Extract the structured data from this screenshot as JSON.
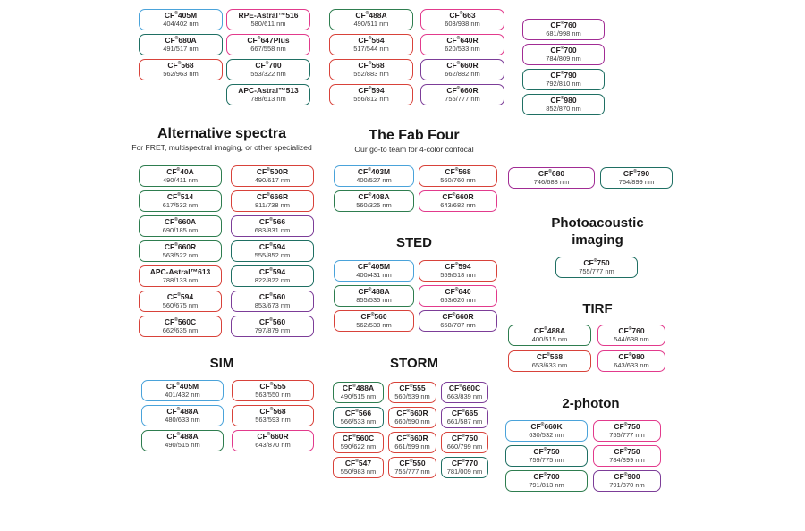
{
  "palette": {
    "blue": "#4aa3da",
    "green": "#2e7d4f",
    "teal": "#1f6f63",
    "red": "#d8423a",
    "pink": "#e23a8c",
    "purple": "#7c3d98",
    "magenta": "#a12c94"
  },
  "top_columns": {
    "col1": {
      "chips": [
        {
          "name": "CF®405M",
          "value": "404/402 nm",
          "color": "blue"
        },
        {
          "name": "CF®680A",
          "value": "491/517 nm",
          "color": "teal"
        },
        {
          "name": "CF®568",
          "value": "562/963 nm",
          "color": "red"
        }
      ]
    },
    "col2": {
      "chips": [
        {
          "name": "RPE-Astral™516",
          "value": "580/611 nm",
          "color": "pink"
        },
        {
          "name": "CF®647Plus",
          "value": "667/558 nm",
          "color": "pink"
        },
        {
          "name": "CF®700",
          "value": "553/322 nm",
          "color": "teal"
        },
        {
          "name": "APC-Astral™513",
          "value": "788/613 nm",
          "color": "teal"
        }
      ]
    },
    "col3": {
      "chips": [
        {
          "name": "CF®488A",
          "value": "490/511 nm",
          "color": "green"
        },
        {
          "name": "CF®564",
          "value": "517/544 nm",
          "color": "red"
        },
        {
          "name": "CF®568",
          "value": "552/883 nm",
          "color": "red"
        },
        {
          "name": "CF®594",
          "value": "556/812 nm",
          "color": "red"
        }
      ]
    },
    "col4": {
      "chips": [
        {
          "name": "CF®663",
          "value": "603/938 nm",
          "color": "pink"
        },
        {
          "name": "CF®640R",
          "value": "620/533 nm",
          "color": "pink"
        },
        {
          "name": "CF®660R",
          "value": "662/882 nm",
          "color": "purple"
        },
        {
          "name": "CF®660R",
          "value": "755/777 nm",
          "color": "purple"
        }
      ]
    },
    "col5": {
      "chips": [
        {
          "name": "CF®760",
          "value": "681/998 nm",
          "color": "magenta"
        },
        {
          "name": "CF®700",
          "value": "784/809 nm",
          "color": "magenta"
        },
        {
          "name": "CF®790",
          "value": "792/810 nm",
          "color": "teal"
        },
        {
          "name": "CF®980",
          "value": "852/870 nm",
          "color": "teal"
        }
      ]
    }
  },
  "sections": {
    "alternative": {
      "title": "Alternative spectra",
      "subtitle": "For FRET, multispectral imaging, or other specialized",
      "chips": [
        {
          "name": "CF®40A",
          "value": "490/411 nm",
          "color": "green"
        },
        {
          "name": "CF®500R",
          "value": "490/617 nm",
          "color": "red"
        },
        {
          "name": "CF®514",
          "value": "617/532 nm",
          "color": "green"
        },
        {
          "name": "CF®666R",
          "value": "811/738 nm",
          "color": "red"
        },
        {
          "name": "CF®660A",
          "value": "690/185 nm",
          "color": "green"
        },
        {
          "name": "CF®566",
          "value": "683/831 nm",
          "color": "purple"
        },
        {
          "name": "CF®660R",
          "value": "563/522 nm",
          "color": "green"
        },
        {
          "name": "CF®594",
          "value": "555/852 nm",
          "color": "teal"
        },
        {
          "name": "APC-Astral™613",
          "value": "788/133 nm",
          "color": "red"
        },
        {
          "name": "CF®594",
          "value": "822/822 nm",
          "color": "teal"
        },
        {
          "name": "CF®594",
          "value": "560/675 nm",
          "color": "red"
        },
        {
          "name": "CF®560",
          "value": "853/673 nm",
          "color": "purple"
        },
        {
          "name": "CF®560C",
          "value": "662/635 nm",
          "color": "red"
        },
        {
          "name": "CF®560",
          "value": "797/879 nm",
          "color": "purple"
        }
      ]
    },
    "fab_four": {
      "title": "The Fab Four",
      "subtitle": "Our go-to team for 4-color confocal",
      "chips": [
        {
          "name": "CF®403M",
          "value": "400/527 nm",
          "color": "blue"
        },
        {
          "name": "CF®568",
          "value": "560/760 nm",
          "color": "red"
        },
        {
          "name": "CF®408A",
          "value": "560/325 nm",
          "color": "green"
        },
        {
          "name": "CF®660R",
          "value": "643/682 nm",
          "color": "pink"
        }
      ]
    },
    "sted": {
      "title": "STED",
      "chips": [
        {
          "name": "CF®405M",
          "value": "400/431 nm",
          "color": "blue"
        },
        {
          "name": "CF®594",
          "value": "559/518 nm",
          "color": "red"
        },
        {
          "name": "CF®488A",
          "value": "855/535 nm",
          "color": "green"
        },
        {
          "name": "CF®640",
          "value": "653/620 nm",
          "color": "pink"
        },
        {
          "name": "CF®560",
          "value": "562/538 nm",
          "color": "red"
        },
        {
          "name": "CF®660R",
          "value": "658/787 nm",
          "color": "purple"
        }
      ]
    },
    "sim": {
      "title": "SIM",
      "chips": [
        {
          "name": "CF®405M",
          "value": "401/432 nm",
          "color": "blue"
        },
        {
          "name": "CF®555",
          "value": "563/550 nm",
          "color": "red"
        },
        {
          "name": "CF®488A",
          "value": "480/633 nm",
          "color": "blue"
        },
        {
          "name": "CF®568",
          "value": "563/593 nm",
          "color": "red"
        },
        {
          "name": "CF®488A",
          "value": "490/515 nm",
          "color": "green"
        },
        {
          "name": "CF®660R",
          "value": "643/870 nm",
          "color": "pink"
        }
      ]
    },
    "storm": {
      "title": "STORM",
      "chips": [
        {
          "name": "CF®488A",
          "value": "490/515 nm",
          "color": "green"
        },
        {
          "name": "CF®555",
          "value": "560/539 nm",
          "color": "red"
        },
        {
          "name": "CF®660C",
          "value": "663/839 nm",
          "color": "purple"
        },
        {
          "name": "CF®566",
          "value": "566/533 nm",
          "color": "teal"
        },
        {
          "name": "CF®660R",
          "value": "660/590 nm",
          "color": "red"
        },
        {
          "name": "CF®665",
          "value": "661/587 nm",
          "color": "purple"
        },
        {
          "name": "CF®560C",
          "value": "590/622 nm",
          "color": "red"
        },
        {
          "name": "CF®660R",
          "value": "661/599 nm",
          "color": "red"
        },
        {
          "name": "CF®750",
          "value": "660/799 nm",
          "color": "red"
        },
        {
          "name": "CF®547",
          "value": "550/983 nm",
          "color": "red"
        },
        {
          "name": "CF®550",
          "value": "755/777 nm",
          "color": "red"
        },
        {
          "name": "CF®770",
          "value": "781/009 nm",
          "color": "teal"
        }
      ]
    },
    "right_pair": {
      "chips": [
        {
          "name": "CF®680",
          "value": "746/688 nm",
          "color": "magenta"
        },
        {
          "name": "CF®790",
          "value": "764/899 nm",
          "color": "teal"
        }
      ]
    },
    "photoacoustic": {
      "title_line1": "Photoacoustic",
      "title_line2": "imaging",
      "chips": [
        {
          "name": "CF®750",
          "value": "755/777 nm",
          "color": "teal"
        }
      ]
    },
    "tirf": {
      "title": "TIRF",
      "chips": [
        {
          "name": "CF®488A",
          "value": "400/515 nm",
          "color": "green"
        },
        {
          "name": "CF®760",
          "value": "544/638 nm",
          "color": "pink"
        },
        {
          "name": "CF®568",
          "value": "653/633 nm",
          "color": "red"
        },
        {
          "name": "CF®980",
          "value": "643/633 nm",
          "color": "pink"
        }
      ]
    },
    "two_photon": {
      "title": "2-photon",
      "chips": [
        {
          "name": "CF®660K",
          "value": "630/532 nm",
          "color": "blue"
        },
        {
          "name": "CF®750",
          "value": "755/777 nm",
          "color": "pink"
        },
        {
          "name": "CF®750",
          "value": "759/775 nm",
          "color": "teal"
        },
        {
          "name": "CF®750",
          "value": "784/899 nm",
          "color": "pink"
        },
        {
          "name": "CF®700",
          "value": "791/813 nm",
          "color": "green"
        },
        {
          "name": "CF®900",
          "value": "791/870 nm",
          "color": "purple"
        }
      ]
    }
  }
}
